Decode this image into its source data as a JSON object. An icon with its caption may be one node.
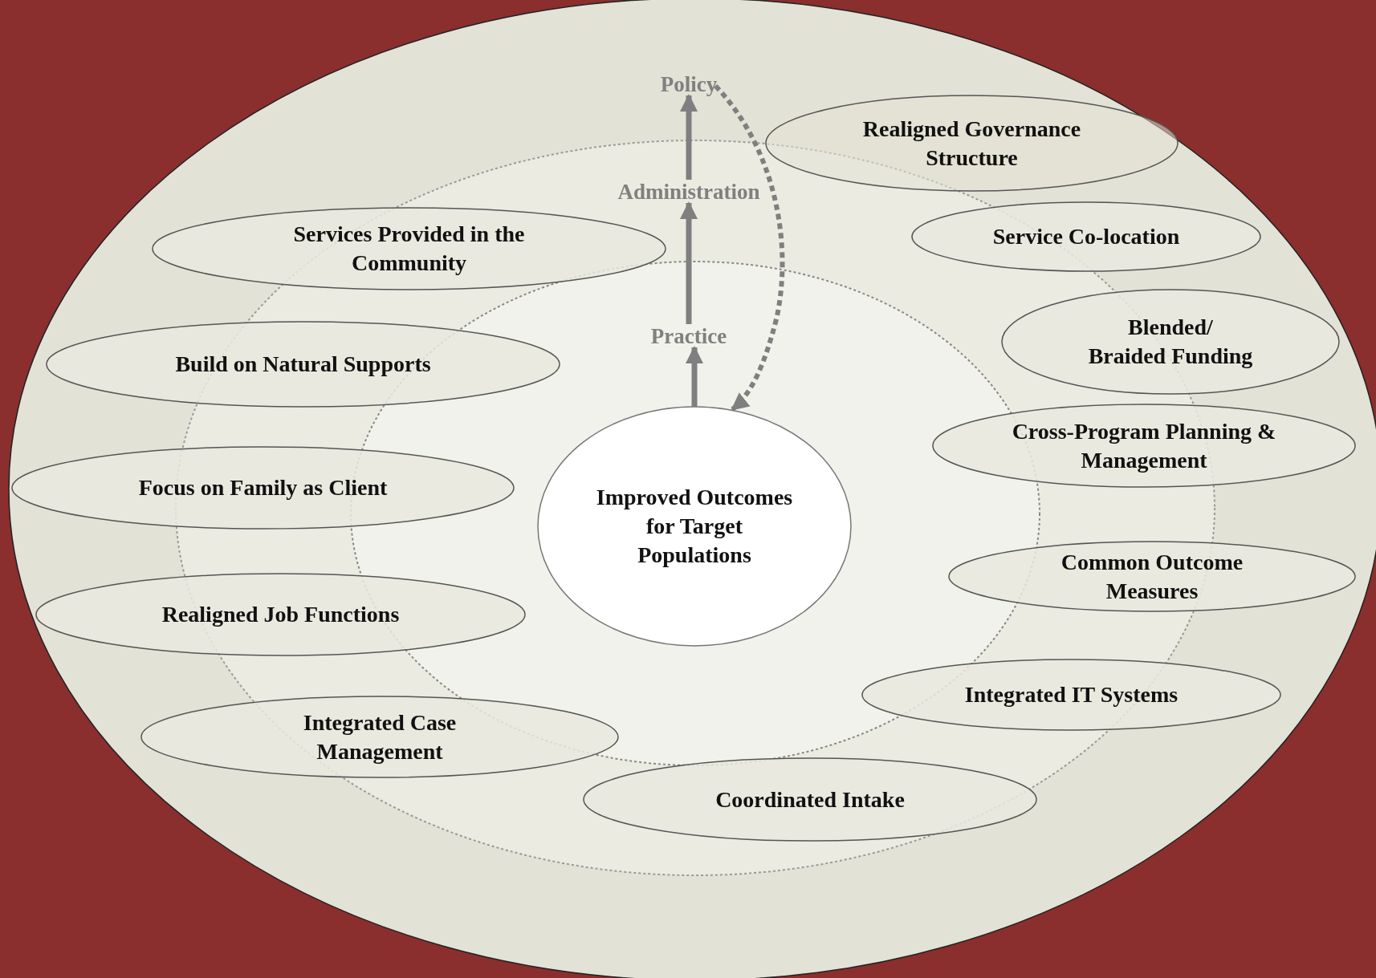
{
  "diagram": {
    "nodes": [
      {
        "text": [
          "Policy"
        ]
      },
      {
        "text": [
          "Administration"
        ]
      },
      {
        "text": [
          "Practice"
        ]
      },
      {
        "text": [
          "Improved Outcomes for Target Populations"
        ]
      },
      {
        "text": [
          "Realigned Governance Structure"
        ]
      },
      {
        "text": [
          "Services Provided in the Community"
        ]
      },
      {
        "text": [
          "Service Co-location"
        ]
      },
      {
        "text": [
          "Blended/ Braided Funding"
        ]
      },
      {
        "text": [
          "Build on Natural Supports"
        ]
      },
      {
        "text": [
          "Cross-Program Planning & Management"
        ]
      },
      {
        "text": [
          "Focus on Family as Client"
        ]
      },
      {
        "text": [
          "Common Outcome Measures"
        ]
      },
      {
        "text": [
          "Realigned Job Functions"
        ]
      },
      {
        "text": [
          "Integrated IT Systems"
        ]
      },
      {
        "text": [
          "Integrated Case Management"
        ]
      },
      {
        "text": [
          "Coordinated Intake"
        ]
      }
    ],
    "edges": [
      {
        "from": 3,
        "to": 2,
        "arrow": "to"
      },
      {
        "from": 2,
        "to": 1,
        "arrow": "to"
      },
      {
        "from": 1,
        "to": 0,
        "arrow": "to"
      },
      {
        "from": 0,
        "to": 3,
        "arrow": "to",
        "style": "dashed"
      }
    ]
  }
}
